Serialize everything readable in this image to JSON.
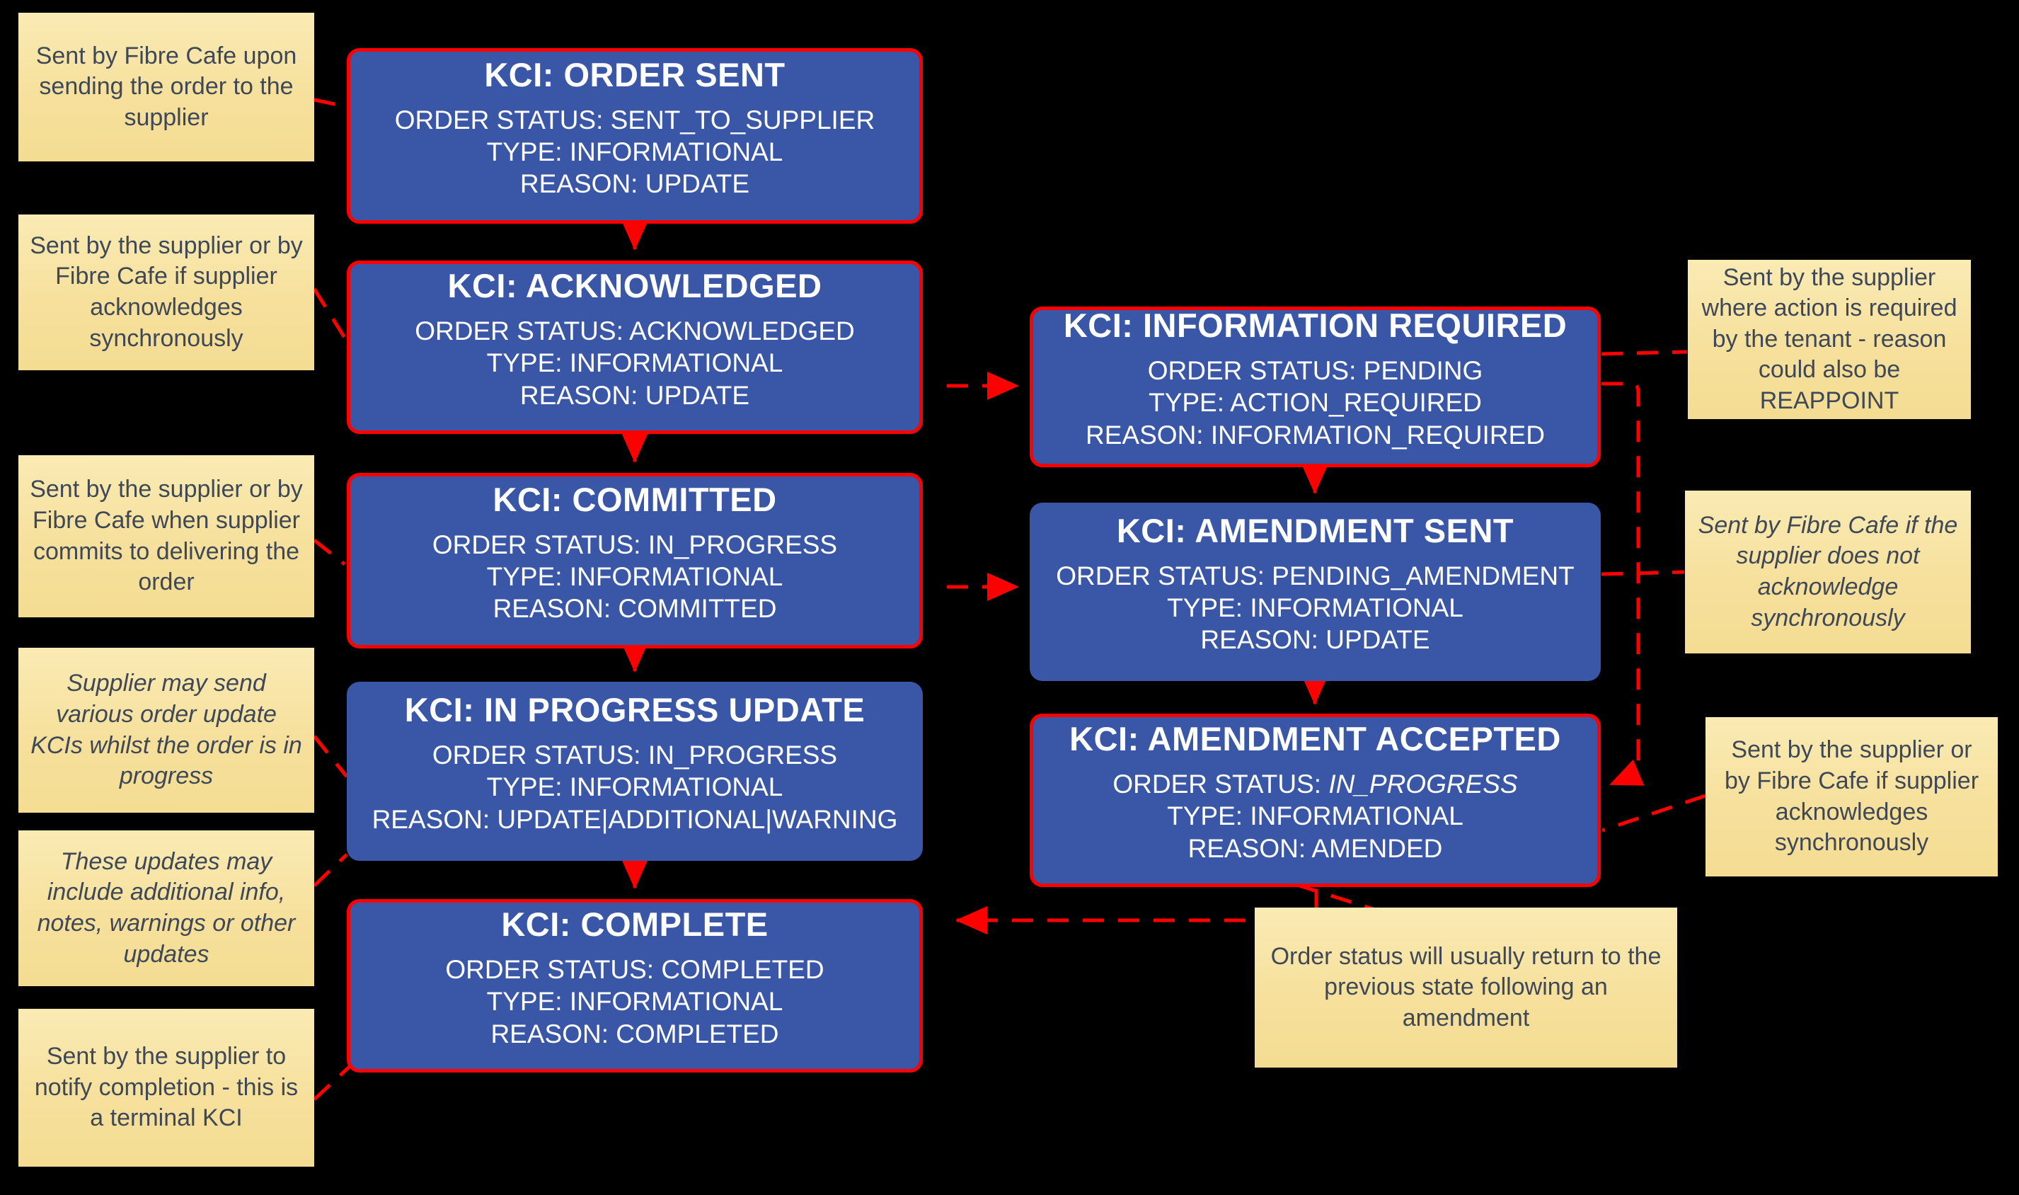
{
  "diagram": {
    "title_implicit": "KCI order status flow",
    "colors": {
      "background": "#000000",
      "node_fill": "#3A56A7",
      "node_border": "#FF0000",
      "node_text": "#FFFFFF",
      "note_fill": "#F6E09C",
      "note_text": "#3E4857",
      "connector": "#FF0000"
    },
    "nodes": {
      "order_sent": {
        "title": "KCI: ORDER SENT",
        "lines": [
          "ORDER STATUS: SENT_TO_SUPPLIER",
          "TYPE: INFORMATIONAL",
          "REASON: UPDATE"
        ]
      },
      "acknowledged": {
        "title": "KCI: ACKNOWLEDGED",
        "lines": [
          "ORDER STATUS: ACKNOWLEDGED",
          "TYPE: INFORMATIONAL",
          "REASON: UPDATE"
        ]
      },
      "committed": {
        "title": "KCI: COMMITTED",
        "lines": [
          "ORDER STATUS: IN_PROGRESS",
          "TYPE: INFORMATIONAL",
          "REASON: COMMITTED"
        ]
      },
      "in_progress_update": {
        "title": "KCI: IN PROGRESS UPDATE",
        "lines": [
          "ORDER STATUS: IN_PROGRESS",
          "TYPE: INFORMATIONAL",
          "REASON: UPDATE|ADDITIONAL|WARNING"
        ]
      },
      "complete": {
        "title": "KCI: COMPLETE",
        "lines": [
          "ORDER STATUS: COMPLETED",
          "TYPE: INFORMATIONAL",
          "REASON: COMPLETED"
        ]
      },
      "information_required": {
        "title": "KCI: INFORMATION REQUIRED",
        "lines": [
          "ORDER STATUS: PENDING",
          "TYPE: ACTION_REQUIRED",
          "REASON: INFORMATION_REQUIRED"
        ]
      },
      "amendment_sent": {
        "title": "KCI: AMENDMENT SENT",
        "lines": [
          "ORDER STATUS: PENDING_AMENDMENT",
          "TYPE: INFORMATIONAL",
          "REASON: UPDATE"
        ]
      },
      "amendment_accepted": {
        "title": "KCI: AMENDMENT ACCEPTED",
        "status_label": "ORDER STATUS: ",
        "status_value": "IN_PROGRESS",
        "lines": [
          "TYPE: INFORMATIONAL",
          "REASON: AMENDED"
        ]
      }
    },
    "notes": {
      "left_order_sent": {
        "text": "Sent by Fibre Cafe upon sending the order to the supplier"
      },
      "left_acknowledged": {
        "text": "Sent by the supplier or by Fibre Cafe if supplier acknowledges synchronously"
      },
      "left_committed": {
        "text": "Sent by the supplier or by Fibre Cafe when supplier commits to delivering the order"
      },
      "left_in_progress": {
        "text": "Supplier may send various order update KCIs whilst the order is in progress"
      },
      "left_updates": {
        "text": "These updates may include additional info, notes, warnings or other updates"
      },
      "left_complete": {
        "text": "Sent by the supplier to notify completion - this is a terminal KCI"
      },
      "right_information_required": {
        "text": "Sent by the supplier where action is required by the tenant - reason could also be REAPPOINT"
      },
      "right_amendment_sent": {
        "text": "Sent by Fibre Cafe if the supplier does not acknowledge synchronously"
      },
      "right_amendment_accepted": {
        "text": "Sent by the supplier or by Fibre Cafe if supplier acknowledges synchronously"
      },
      "bottom_amendment": {
        "text": "Order status will usually return to the previous state following an amendment"
      }
    }
  }
}
